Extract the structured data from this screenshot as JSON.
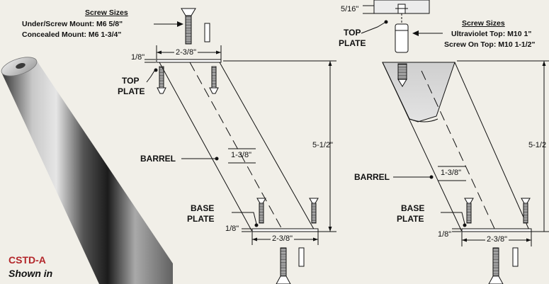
{
  "left_diagram": {
    "screw_sizes": {
      "title": "Screw Sizes",
      "line1": "Under/Screw Mount: M6 5/8\"",
      "line2": "Concealed Mount: M6 1-3/4\""
    },
    "top_plate_thickness": "1/8\"",
    "top_plate_width": "2-3/8\"",
    "top_plate_label_1": "TOP",
    "top_plate_label_2": "PLATE",
    "barrel_label": "BARREL",
    "barrel_diameter": "1-3/8\"",
    "height": "5-1/2\"",
    "base_plate_label_1": "BASE",
    "base_plate_label_2": "PLATE",
    "base_plate_thickness": "1/8\"",
    "base_plate_width": "2-3/8\""
  },
  "right_diagram": {
    "top_cap_height": "5/16\"",
    "top_plate_label_1": "TOP",
    "top_plate_label_2": "PLATE",
    "screw_sizes": {
      "title": "Screw Sizes",
      "line1": "Ultraviolet Top: M10 1\"",
      "line2": "Screw On Top: M10 1-1/2\""
    },
    "barrel_label": "BARREL",
    "barrel_diameter": "1-3/8\"",
    "height": "5-1/2",
    "base_plate_label_1": "BASE",
    "base_plate_label_2": "PLATE",
    "base_plate_thickness": "1/8\"",
    "base_plate_width": "2-3/8\""
  },
  "product": {
    "code": "CSTD-A",
    "caption": "Shown in"
  },
  "colors": {
    "background": "#f1efe8",
    "caption_red": "#b3262a",
    "line": "#111111"
  }
}
